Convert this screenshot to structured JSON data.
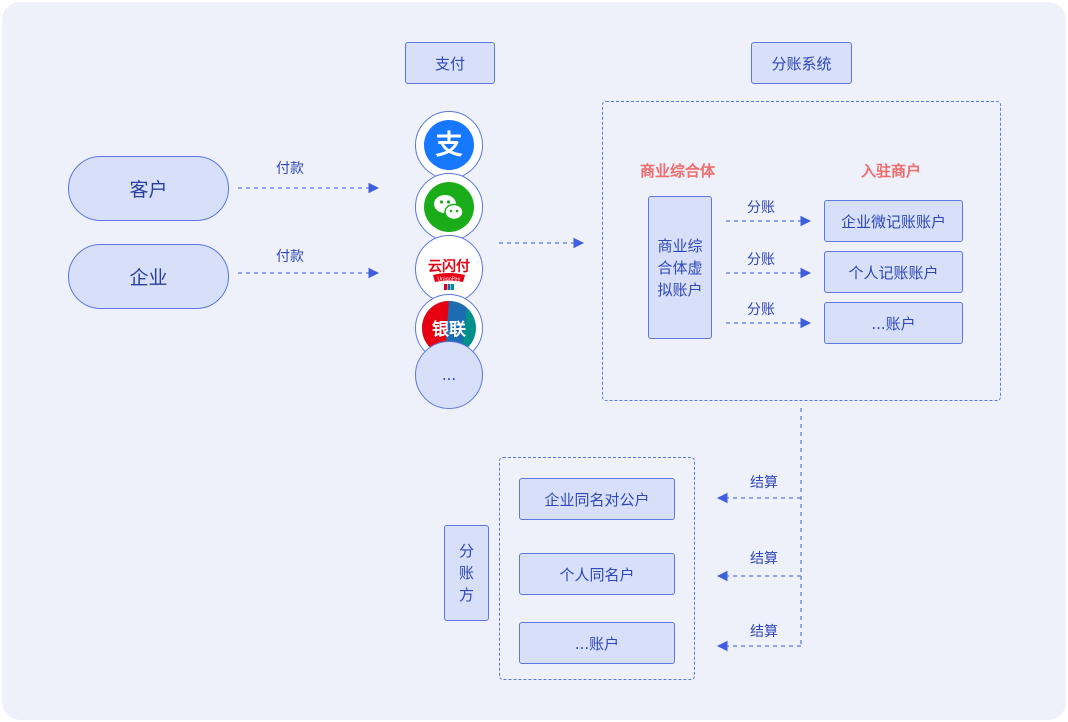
{
  "payment_header": "支付",
  "split_system_header": "分账系统",
  "payers": [
    "客户",
    "企业"
  ],
  "pay_label": "付款",
  "payment_methods": [
    {
      "name": "支",
      "icon": "alipay-icon",
      "color": "#1677ff"
    },
    {
      "name": "wechat",
      "icon": "wechat-pay-icon",
      "color": "#1aad19"
    },
    {
      "name": "云闪付",
      "sub": "UnionPay",
      "icon": "cloud-quickpass-icon",
      "color": "#e60012"
    },
    {
      "name": "银联",
      "icon": "unionpay-icon",
      "color": "#1d6bb1"
    },
    {
      "name": "...",
      "icon": "more-icon"
    }
  ],
  "merchant_complex_heading": "商业综合体",
  "virtual_account": "商业综合体虚拟账户",
  "settled_merchants_heading": "入驻商户",
  "split_label": "分账",
  "merchant_accounts": [
    "企业微记账账户",
    "个人记账账户",
    "...账户"
  ],
  "settle_label": "结算",
  "split_party": "分账方",
  "receiver_accounts": [
    "企业同名对公户",
    "个人同名户",
    "...账户"
  ]
}
